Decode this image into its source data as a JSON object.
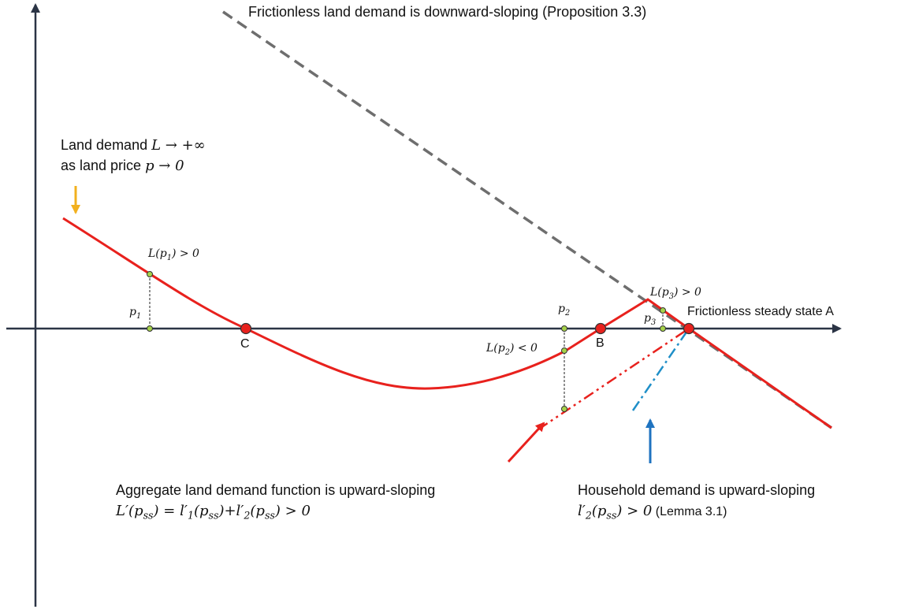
{
  "labels": {
    "frictionless_demand": "Frictionless land demand is downward-sloping (Proposition 3.3)",
    "land_demand_line1_text": "Land demand ",
    "land_demand_line1_math": "L → +∞",
    "land_demand_line2_text": "as land price ",
    "land_demand_line2_math": "p → 0",
    "L_p1": "L(p",
    "L_p1_sub": "1",
    "L_p1_rest": ") > 0",
    "p1": "p",
    "p1_sub": "1",
    "point_C": "C",
    "p2": "p",
    "p2_sub": "2",
    "L_p2": "L(p",
    "L_p2_sub": "2",
    "L_p2_rest": ") < 0",
    "point_B": "B",
    "L_p3": "L(p",
    "L_p3_sub": "3",
    "L_p3_rest": ") > 0",
    "p3": "p",
    "p3_sub": "3",
    "steady_state": "Frictionless steady state A",
    "aggregate_line1": "Aggregate land demand function is upward-sloping",
    "aggregate_line2_a": "L′(p",
    "aggregate_line2_b": "ss",
    "aggregate_line2_c": ") = l′",
    "aggregate_line2_d": "1",
    "aggregate_line2_e": "(p",
    "aggregate_line2_f": "ss",
    "aggregate_line2_g": ")+l′",
    "aggregate_line2_h": "2",
    "aggregate_line2_i": "(p",
    "aggregate_line2_j": "ss",
    "aggregate_line2_k": ") > 0",
    "household_line1": "Household demand is upward-sloping",
    "household_line2_a": "l′",
    "household_line2_b": "2",
    "household_line2_c": "(p",
    "household_line2_d": "ss",
    "household_line2_e": ") > 0",
    "household_line2_f": " (Lemma 3.1)"
  },
  "colors": {
    "axis": "#2b3445",
    "demand_curve": "#e8211d",
    "frictionless_dashed": "#6e6e6e",
    "point_fill": "#e8211d",
    "small_point_fill": "#a6d24a",
    "arrow_yellow": "#f2b01e",
    "arrow_red": "#e8211d",
    "arrow_blue": "#1f73c0",
    "household_dashdot": "#1f8fc8"
  }
}
